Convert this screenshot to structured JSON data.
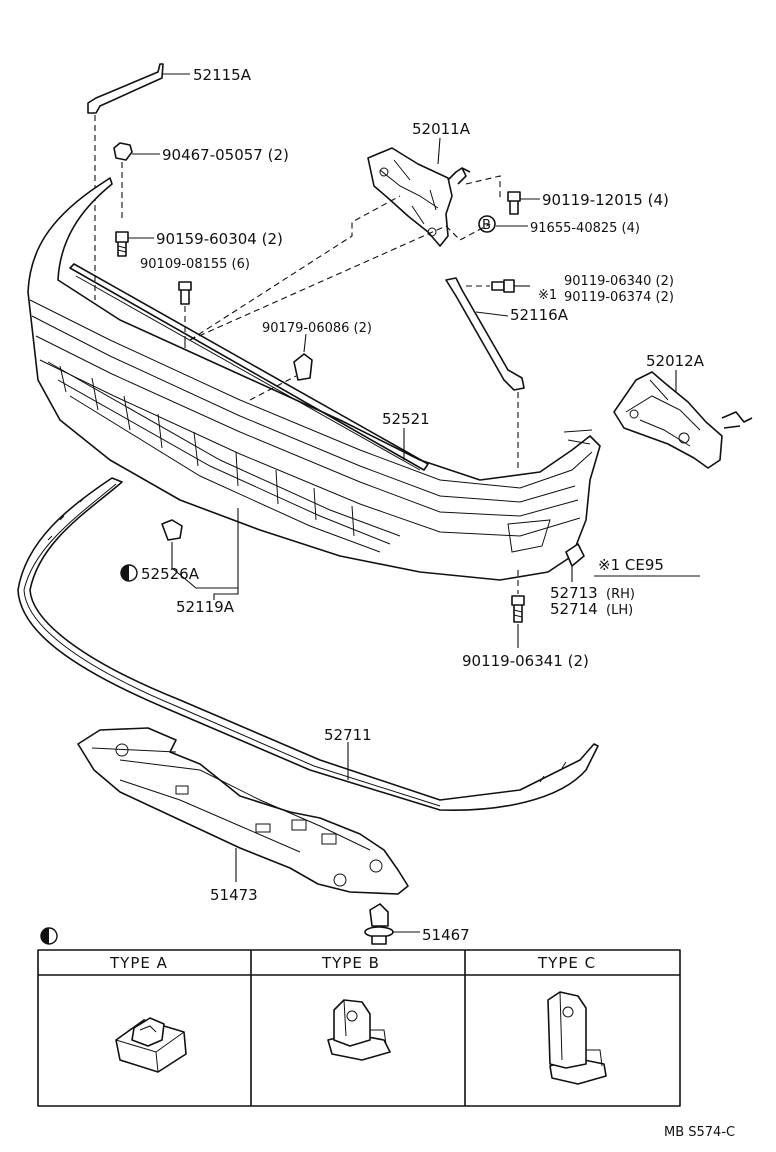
{
  "labels": {
    "p52115A": "52115A",
    "p90467": "90467-05057 (2)",
    "p90159": "90159-60304 (2)",
    "p90109": "90109-08155 (6)",
    "p52011A": "52011A",
    "p90119_12015": "90119-12015 (4)",
    "p91655": "91655-40825 (4)",
    "p90119_06340": "90119-06340 (2)",
    "p90119_06374": "90119-06374 (2)",
    "mark_note": "※1",
    "p52116A": "52116A",
    "p90179": "90179-06086 (2)",
    "p52012A": "52012A",
    "p52521": "52521",
    "ce95": "※1  CE95",
    "p52713": "52713",
    "rh": "(RH)",
    "p52714": "52714",
    "lh": "(LH)",
    "p52526A": "52526A",
    "p52119A": "52119A",
    "p90119_06341": "90119-06341 (2)",
    "p52711": "52711",
    "p51473": "51473",
    "p51467": "51467",
    "bolt_mark": "B",
    "footer": "MB  S574-C"
  },
  "type_table": {
    "headers": [
      "TYPE  A",
      "TYPE  B",
      "TYPE  C"
    ]
  },
  "icons": {
    "half_circle": "half-filled-circle-icon",
    "circle_b": "circle-letter-b-icon"
  }
}
